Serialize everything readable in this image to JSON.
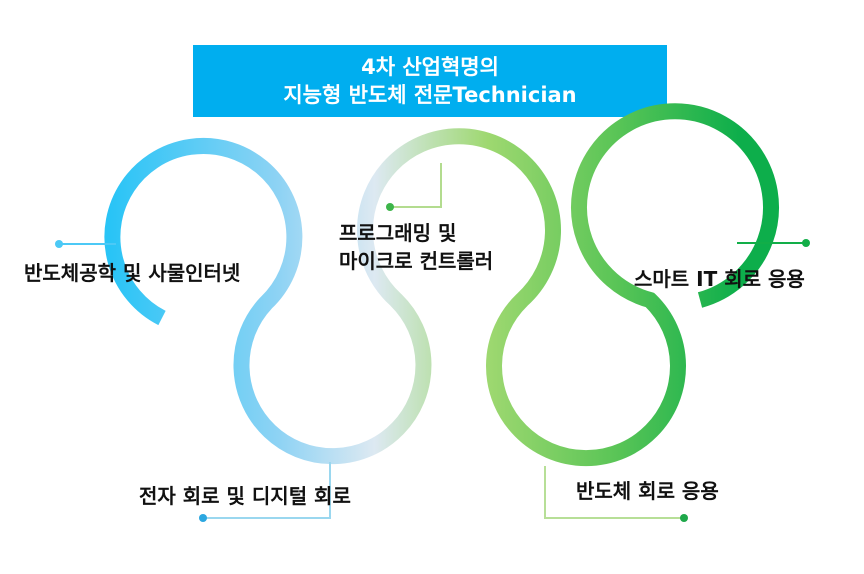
{
  "title": {
    "line1": "4차 산업혁명의",
    "line2": "지능형 반도체 전문Technician"
  },
  "nodes": [
    {
      "id": "node-1",
      "label": "반도체공학 및 사물인터넷"
    },
    {
      "id": "node-2",
      "label": "전자 회로 및 디지털 회로"
    },
    {
      "id": "node-3",
      "label_line1": "프로그래밍 및",
      "label_line2": "마이크로 컨트롤러"
    },
    {
      "id": "node-4",
      "label": "반도체 회로 응용"
    },
    {
      "id": "node-5",
      "label": "스마트 IT 회로 응용"
    }
  ],
  "colors": {
    "title_background": "#00AEEF",
    "title_text": "#FFFFFF",
    "gradient_start": "#29C4F6",
    "gradient_light_blue": "#8FD3F4",
    "gradient_pale": "#DDE9F2",
    "gradient_light_green": "#9ED870",
    "gradient_green": "#5BC557",
    "gradient_end": "#0DAE4B",
    "label_text": "#111111"
  }
}
